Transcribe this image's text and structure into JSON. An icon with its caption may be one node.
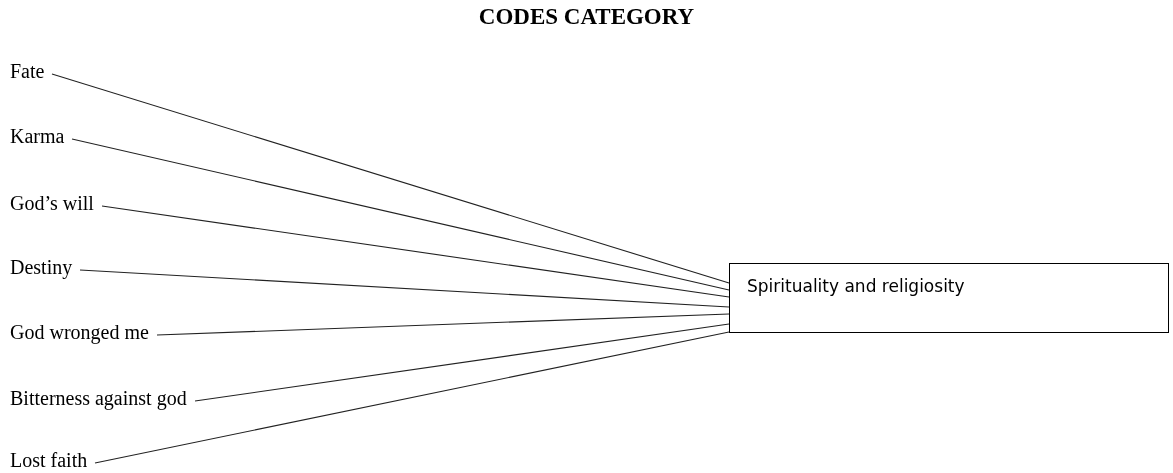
{
  "diagram": {
    "title": "CODES CATEGORY",
    "nodes": [
      {
        "text": [
          "Fate"
        ]
      },
      {
        "text": [
          "Karma"
        ]
      },
      {
        "text": [
          "God’s will"
        ]
      },
      {
        "text": [
          "Destiny"
        ]
      },
      {
        "text": [
          "God wronged me"
        ]
      },
      {
        "text": [
          "Bitterness against god"
        ]
      },
      {
        "text": [
          "Lost faith"
        ]
      },
      {
        "text": [
          "Spirituality and religiosity"
        ]
      }
    ],
    "edges": [
      {
        "from": 0,
        "to": 7,
        "arrow": "none"
      },
      {
        "from": 1,
        "to": 7,
        "arrow": "none"
      },
      {
        "from": 2,
        "to": 7,
        "arrow": "none"
      },
      {
        "from": 3,
        "to": 7,
        "arrow": "none"
      },
      {
        "from": 4,
        "to": 7,
        "arrow": "none"
      },
      {
        "from": 5,
        "to": 7,
        "arrow": "none"
      },
      {
        "from": 6,
        "to": 7,
        "arrow": "none"
      }
    ]
  }
}
